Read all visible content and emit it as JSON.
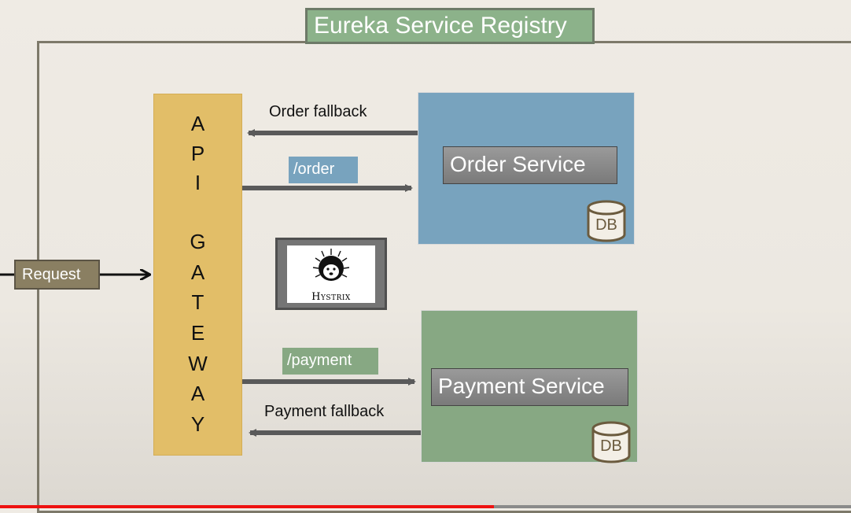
{
  "registry": {
    "title": "Eureka Service Registry"
  },
  "gateway": {
    "letters": [
      "A",
      "P",
      "I",
      "G",
      "A",
      "T",
      "E",
      "W",
      "A",
      "Y"
    ]
  },
  "request": {
    "label": "Request"
  },
  "order": {
    "service_label": "Order Service",
    "db_label": "DB",
    "route_label": "/order",
    "fallback_label": "Order fallback"
  },
  "payment": {
    "service_label": "Payment Service",
    "db_label": "DB",
    "route_label": "/payment",
    "fallback_label": "Payment fallback"
  },
  "hystrix": {
    "label": "Hystrix"
  },
  "colors": {
    "gateway": "#e2be68",
    "order_service": "#78a3be",
    "payment_service": "#87a883",
    "registry_title": "#8cb28a",
    "arrow": "#5a5a5a"
  },
  "player": {
    "progress_fraction": 0.58
  }
}
